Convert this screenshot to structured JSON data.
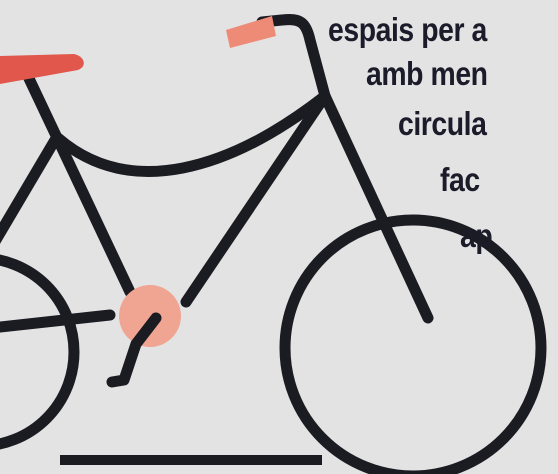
{
  "caption": {
    "lines": [
      "espais per a",
      "amb men",
      "circula",
      "fac",
      "ap"
    ]
  },
  "colors": {
    "background": "#e3e3e4",
    "frame": "#1b1b22",
    "saddle": "#e2574c",
    "grip": "#ee8b77",
    "crank_disc": "#f0a592",
    "text": "#1b1b2a"
  },
  "icons": {
    "illustration": "bicycle-icon"
  }
}
